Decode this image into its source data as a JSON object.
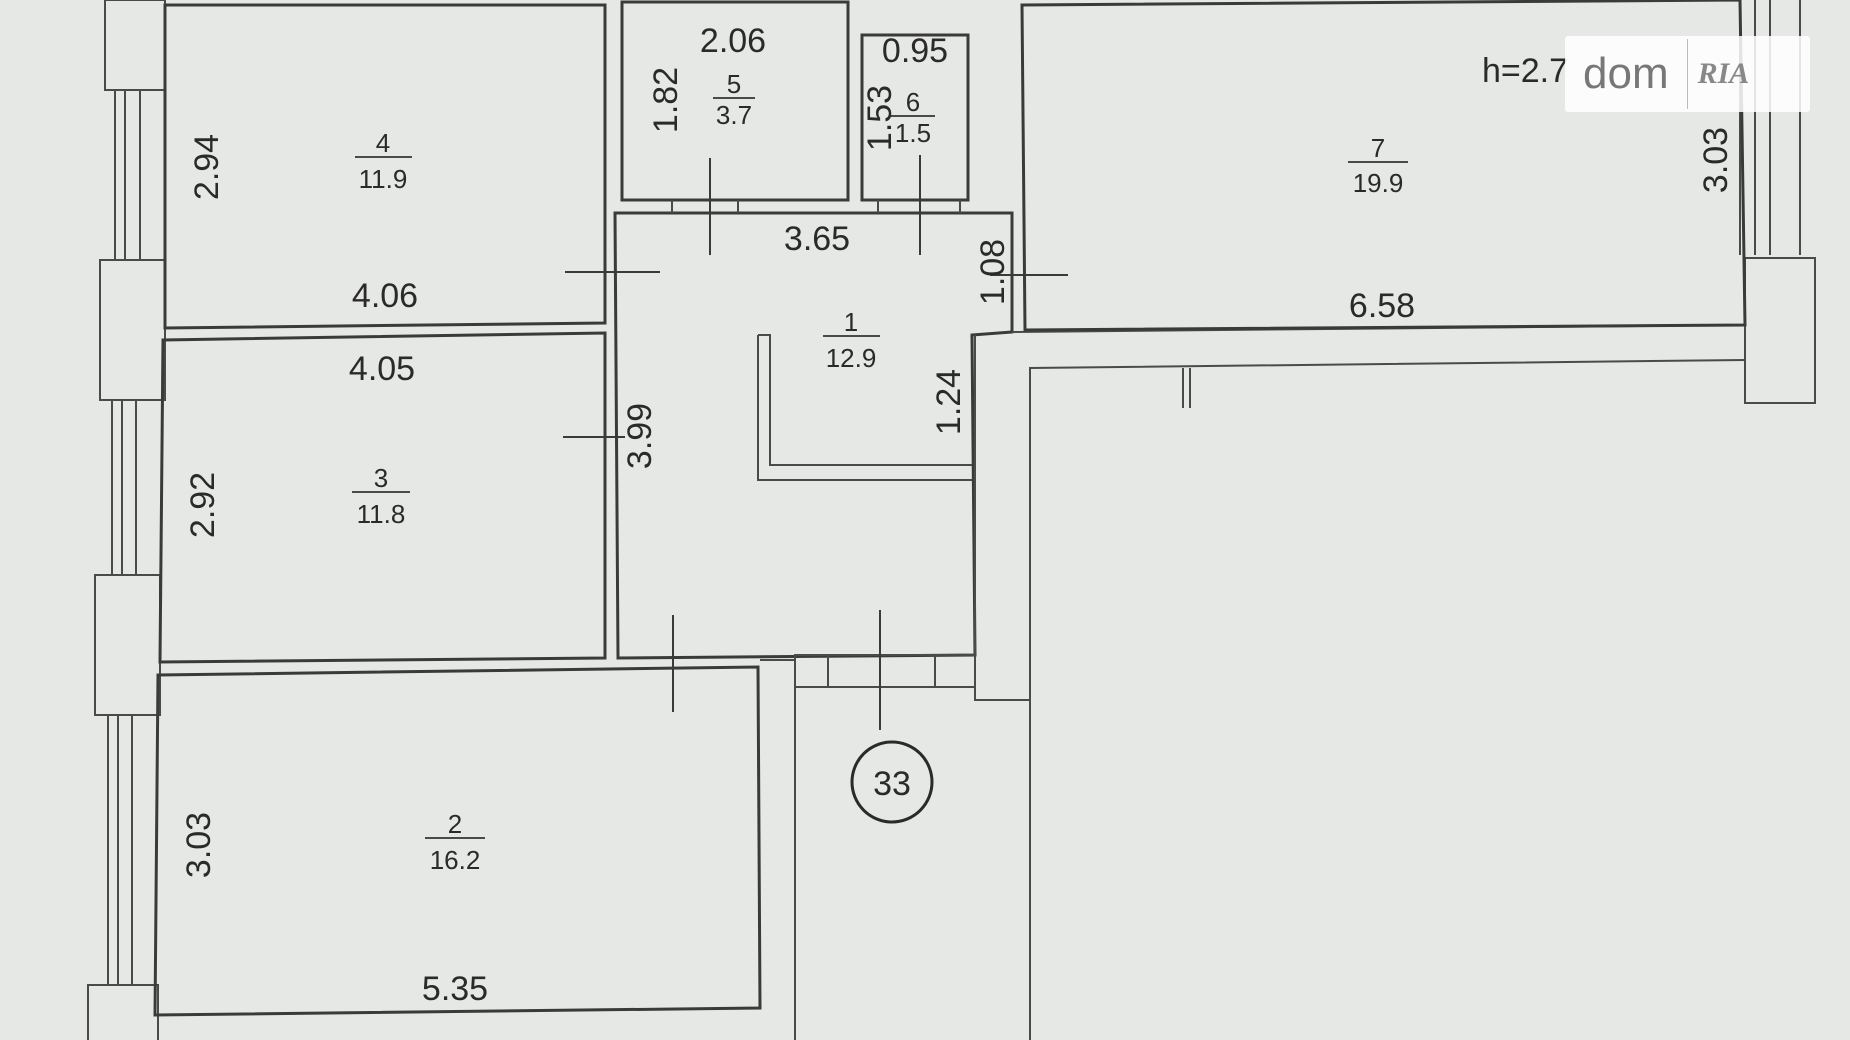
{
  "plan": {
    "height_note": "h=2.7",
    "apartment_number": "33",
    "rooms": [
      {
        "id": "room-1",
        "number": "1",
        "area": "12.9"
      },
      {
        "id": "room-2",
        "number": "2",
        "area": "16.2"
      },
      {
        "id": "room-3",
        "number": "3",
        "area": "11.8"
      },
      {
        "id": "room-4",
        "number": "4",
        "area": "11.9"
      },
      {
        "id": "room-5",
        "number": "5",
        "area": "3.7"
      },
      {
        "id": "room-6",
        "number": "6",
        "area": "1.5"
      },
      {
        "id": "room-7",
        "number": "7",
        "area": "19.9"
      }
    ],
    "dimensions": {
      "room4_height": "2.94",
      "room4_width": "4.06",
      "room3_width": "4.05",
      "room3_height": "2.92",
      "hall_height": "3.99",
      "hall_width": "3.65",
      "hall_small_1": "1.24",
      "hall_small_2": "1.08",
      "room5_width": "2.06",
      "room5_height": "1.82",
      "room6_width": "0.95",
      "room6_height": "1.53",
      "room7_width": "6.58",
      "room7_height": "3.03",
      "room2_height": "3.03",
      "room2_width": "5.35"
    }
  },
  "watermark": {
    "text": "dom",
    "logo": "RIA"
  }
}
